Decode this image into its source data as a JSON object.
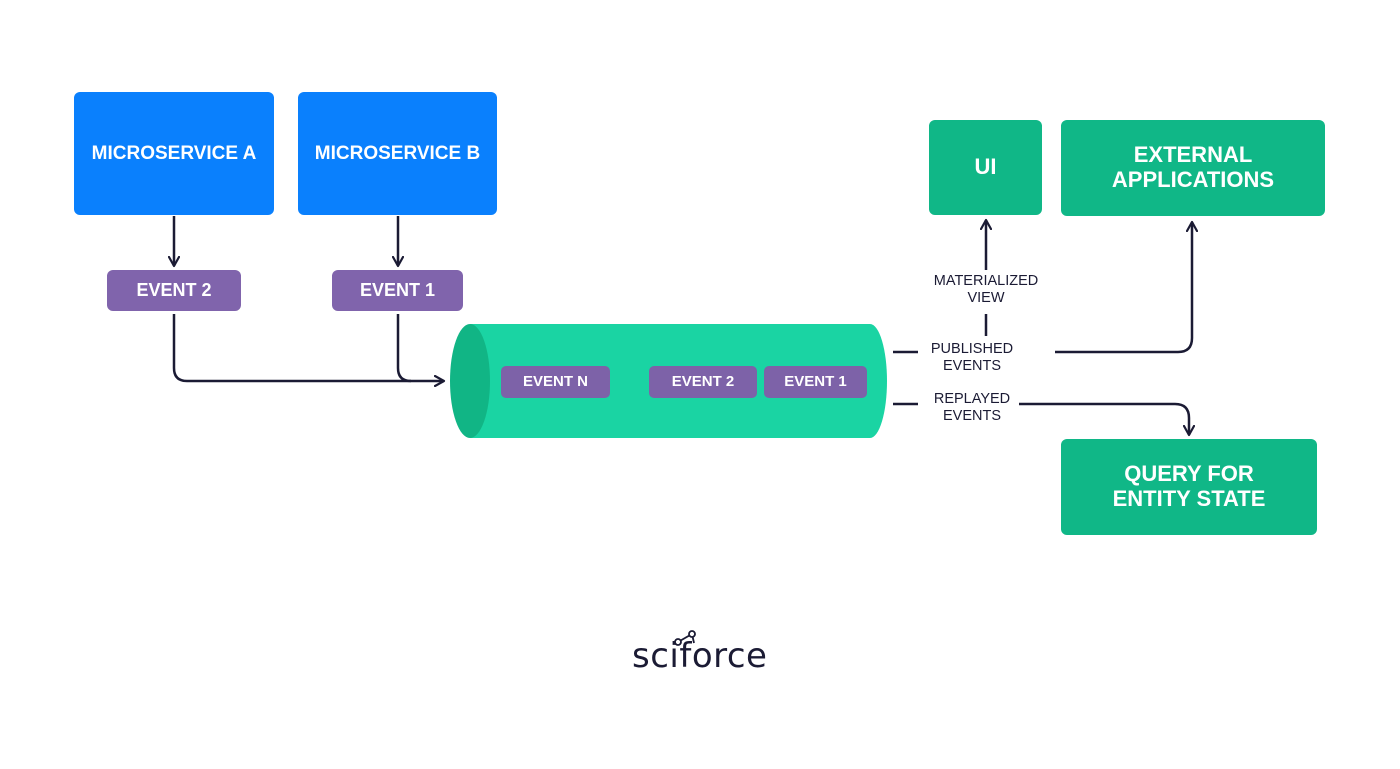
{
  "microservices": [
    {
      "label": "MICROSERVICE A"
    },
    {
      "label": "MICROSERVICE B"
    }
  ],
  "emitted_events": [
    {
      "label": "EVENT 2"
    },
    {
      "label": "EVENT 1"
    }
  ],
  "event_store": {
    "events": [
      "EVENT N",
      "EVENT 2",
      "EVENT 1"
    ]
  },
  "consumers": {
    "ui": "UI",
    "external": "EXTERNAL APPLICATIONS",
    "query": "QUERY FOR ENTITY STATE"
  },
  "edge_labels": {
    "materialized": "MATERIALIZED VIEW",
    "published": "PUBLISHED EVENTS",
    "replayed": "REPLAYED EVENTS"
  },
  "brand": "sciforce",
  "colors": {
    "microservice": "#0a80fd",
    "event": "#8064ac",
    "store": "#1ad4a3",
    "consumer": "#10b787",
    "line": "#1b1b34"
  }
}
